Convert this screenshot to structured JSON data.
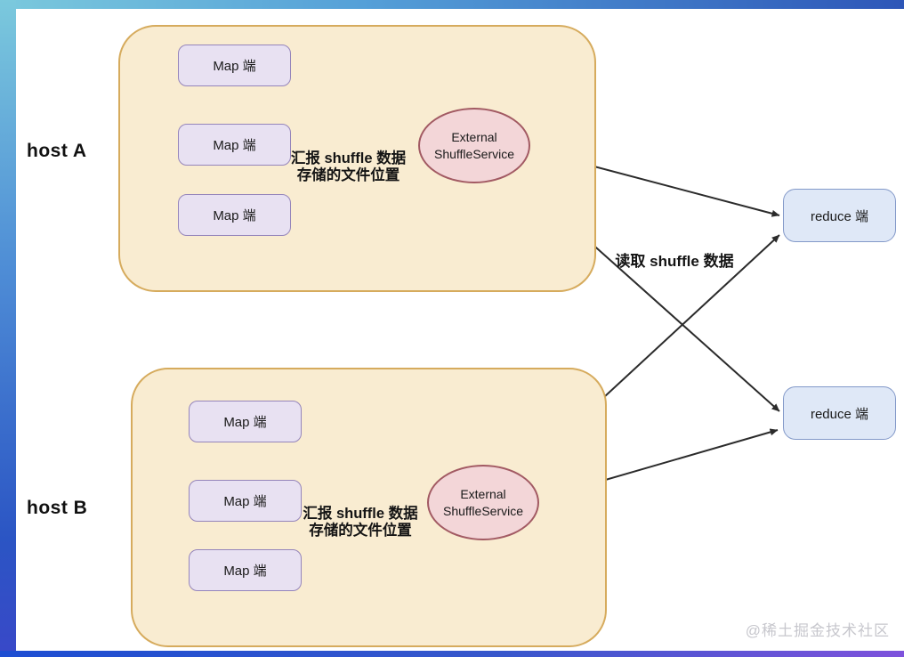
{
  "diagram": {
    "title_hint": "Spark External Shuffle Service architecture",
    "hosts": [
      {
        "label": "host A",
        "maps": [
          "Map 端",
          "Map 端",
          "Map 端"
        ],
        "service": {
          "line1": "External",
          "line2": "ShuffleService"
        },
        "report_note": {
          "line1": "汇报 shuffle 数据",
          "line2": "存储的文件位置"
        }
      },
      {
        "label": "host B",
        "maps": [
          "Map 端",
          "Map 端",
          "Map 端"
        ],
        "service": {
          "line1": "External",
          "line2": "ShuffleService"
        },
        "report_note": {
          "line1": "汇报 shuffle 数据",
          "line2": "存储的文件位置"
        }
      }
    ],
    "reducers": [
      "reduce 端",
      "reduce 端"
    ],
    "edge_note": "读取 shuffle 数据",
    "watermark": "@稀土掘金技术社区",
    "colors": {
      "host_fill": "#f9ecd1",
      "host_border": "#d6ab5d",
      "map_fill": "#e8e1f2",
      "map_border": "#9585bb",
      "service_fill": "#f3d6d8",
      "service_border": "#a25a63",
      "reduce_fill": "#dfe8f7",
      "reduce_border": "#8399c9",
      "arrow": "#2b2b2b",
      "frame_top": [
        "#7bc9dd",
        "#2d56b8"
      ],
      "frame_left": [
        "#7bc9dd",
        "#2b55c4"
      ],
      "frame_bottom": [
        "#1d4ed2",
        "#7e52dc"
      ],
      "watermark_color": "#c7c7cd"
    }
  }
}
